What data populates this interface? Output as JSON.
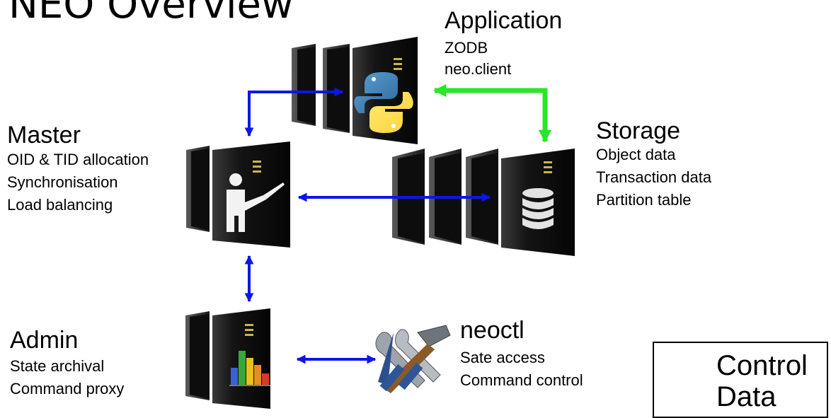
{
  "title": "NEO Overview",
  "colors": {
    "control": "#0a17e6",
    "data": "#2ae62a",
    "server": "#0e0e0e"
  },
  "nodes": {
    "application": {
      "name": "Application",
      "lines": [
        "ZODB",
        "neo.client"
      ],
      "icon": "python-logo-icon"
    },
    "master": {
      "name": "Master",
      "lines": [
        "OID & TID allocation",
        "Synchronisation",
        "Load balancing"
      ],
      "icon": "presenter-icon"
    },
    "storage": {
      "name": "Storage",
      "lines": [
        "Object data",
        "Transaction data",
        "Partition table"
      ],
      "icon": "database-icon"
    },
    "admin": {
      "name": "Admin",
      "lines": [
        "State archival",
        "Command proxy"
      ],
      "icon": "bar-chart-icon"
    },
    "neoctl": {
      "name": "neoctl",
      "lines": [
        "Sate access",
        "Command control"
      ],
      "icon": "tools-icon"
    }
  },
  "legend": {
    "control": "Control",
    "data": "Data"
  }
}
